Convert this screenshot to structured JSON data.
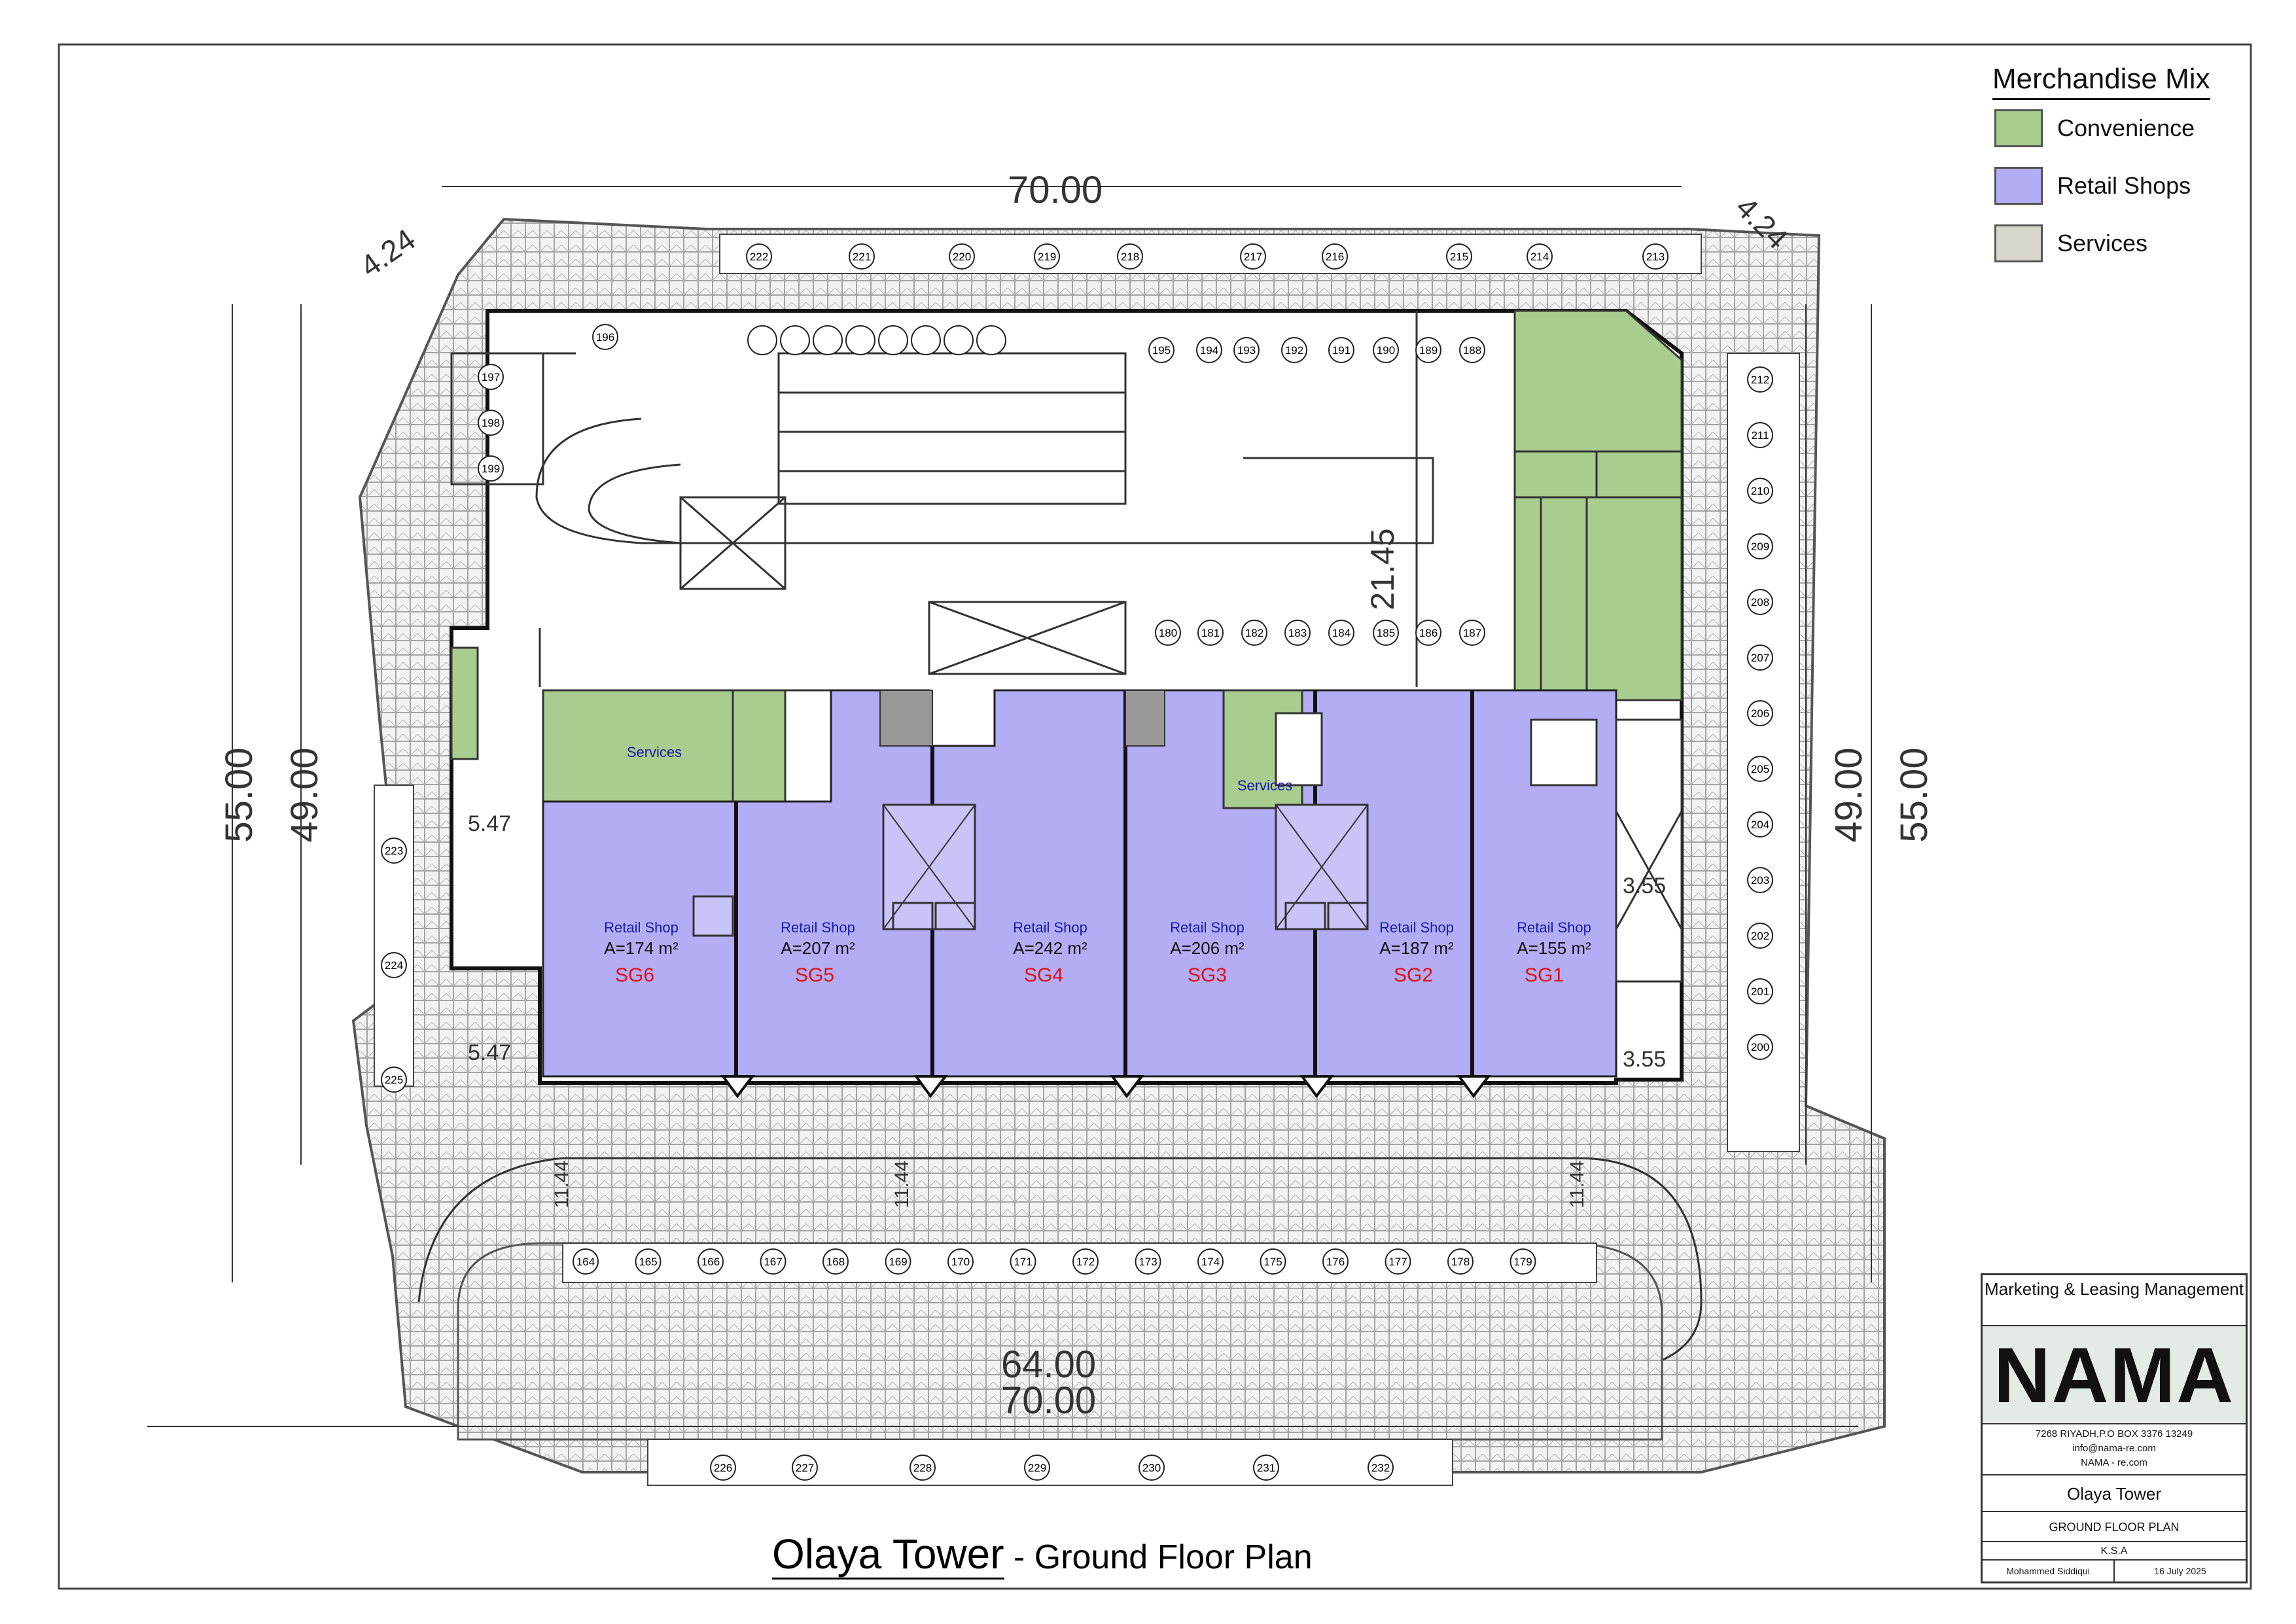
{
  "legend": {
    "title": "Merchandise Mix",
    "items": [
      {
        "label": "Convenience",
        "color": "#a9cc8f"
      },
      {
        "label": "Retail Shops",
        "color": "#b3adf5"
      },
      {
        "label": "Services",
        "color": "#d6d6cc"
      }
    ]
  },
  "dimensions": {
    "top": "70.00",
    "bottom_inner": "64.00",
    "bottom_outer": "70.00",
    "left_outer": "55.00",
    "left_inner": "49.00",
    "right_inner": "49.00",
    "right_outer": "55.00",
    "corner_left": "4.24",
    "corner_right": "4.24",
    "ramp": "21.45",
    "left_upper": "5.47",
    "left_lower": "5.47",
    "right_upper": "3.55",
    "right_lower": "3.55",
    "drive_a": "11.44",
    "drive_b": "11.44",
    "drive_c": "11.44"
  },
  "shops": [
    {
      "id": "SG6",
      "type": "Retail Shop",
      "area": "A=174 m²"
    },
    {
      "id": "SG5",
      "type": "Retail Shop",
      "area": "A=207 m²"
    },
    {
      "id": "SG4",
      "type": "Retail Shop",
      "area": "A=242 m²"
    },
    {
      "id": "SG3",
      "type": "Retail Shop",
      "area": "A=206 m²"
    },
    {
      "id": "SG2",
      "type": "Retail Shop",
      "area": "A=187 m²"
    },
    {
      "id": "SG1",
      "type": "Retail Shop",
      "area": "A=155 m²"
    }
  ],
  "services_labels": [
    "Services",
    "Services"
  ],
  "parking": {
    "top_row": [
      "222",
      "221",
      "220",
      "219",
      "218",
      "217",
      "216",
      "215",
      "214",
      "213"
    ],
    "right_col": [
      "212",
      "211",
      "210",
      "209",
      "208",
      "207",
      "206",
      "205",
      "204",
      "203",
      "202",
      "201",
      "200"
    ],
    "inner_top": [
      "195",
      "194",
      "193",
      "192",
      "191",
      "190",
      "189",
      "188"
    ],
    "inner_mid": [
      "180",
      "181",
      "182",
      "183",
      "184",
      "185",
      "186",
      "187"
    ],
    "left_small": [
      "196",
      "197",
      "198",
      "199"
    ],
    "left_col": [
      "223",
      "224",
      "225"
    ],
    "drive_row": [
      "164",
      "165",
      "166",
      "167",
      "168",
      "169",
      "170",
      "171",
      "172",
      "173",
      "174",
      "175",
      "176",
      "177",
      "178",
      "179"
    ],
    "bottom_row": [
      "226",
      "227",
      "228",
      "229",
      "230",
      "231",
      "232"
    ]
  },
  "title_block": {
    "header": "Marketing & Leasing Management",
    "logo": "NAMA",
    "address": "7268 RIYADH,P.O BOX 3376 13249",
    "email": "info@nama-re.com",
    "web": "NAMA - re.com",
    "project": "Olaya Tower",
    "sheet": "GROUND FLOOR PLAN",
    "location": "K.S.A",
    "author": "Mohammed Siddiqui",
    "date": "16 July 2025"
  },
  "page_title": {
    "main": "Olaya Tower",
    "sub": " - Ground Floor Plan"
  }
}
